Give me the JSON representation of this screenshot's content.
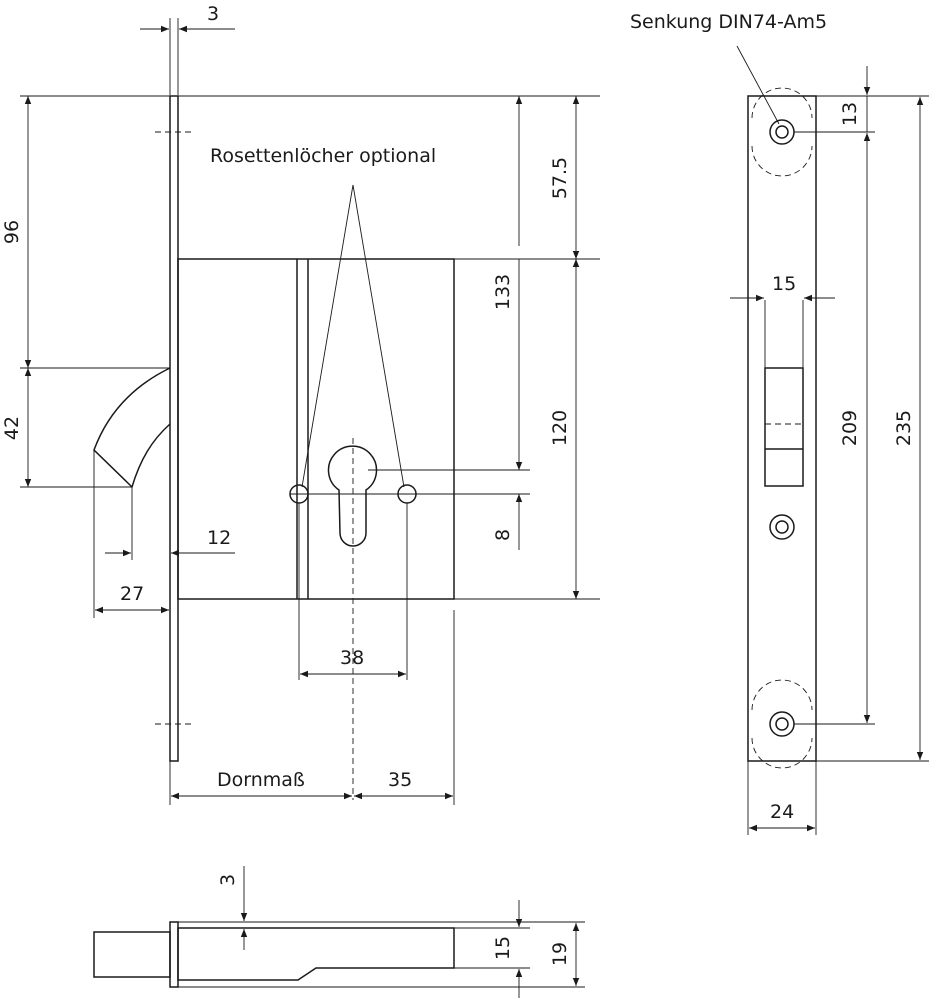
{
  "labels": {
    "countersink": "Senkung DIN74-Am5",
    "rosette": "Rosettenlöcher optional",
    "dornmass": "Dornmaß"
  },
  "dims": {
    "d3_top": "3",
    "d96": "96",
    "d42": "42",
    "d57_5": "57.5",
    "d133": "133",
    "d120": "120",
    "d8": "8",
    "d12": "12",
    "d27": "27",
    "d38": "38",
    "d35": "35",
    "d13": "13",
    "d15_face": "15",
    "d209": "209",
    "d235": "235",
    "d24": "24",
    "d3_bottom": "3",
    "d15_bottom": "15",
    "d19": "19"
  }
}
